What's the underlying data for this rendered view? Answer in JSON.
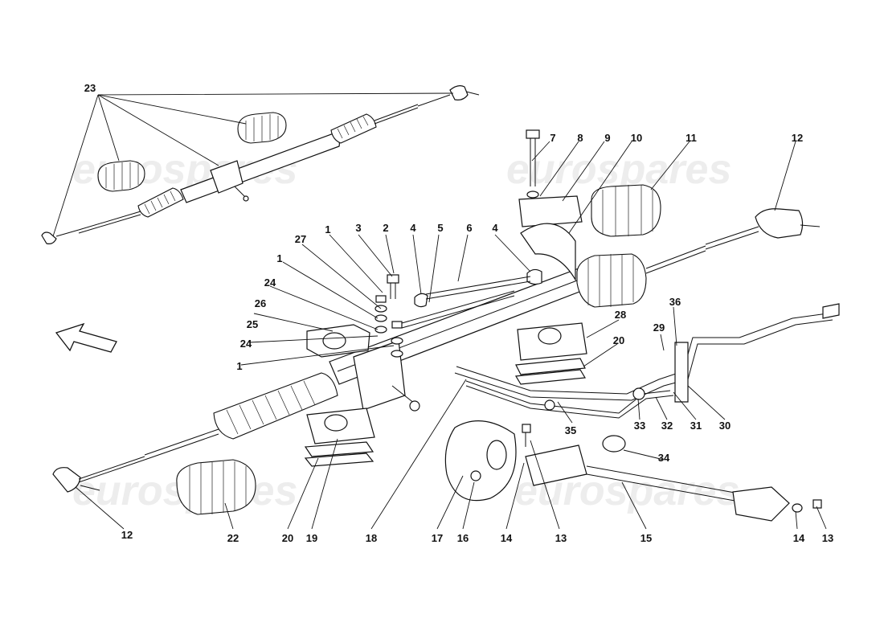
{
  "watermark": {
    "text": "eurospares"
  },
  "callouts": [
    {
      "id": "c23",
      "text": "23"
    },
    {
      "id": "c7",
      "text": "7"
    },
    {
      "id": "c8",
      "text": "8"
    },
    {
      "id": "c9",
      "text": "9"
    },
    {
      "id": "c10",
      "text": "10"
    },
    {
      "id": "c11",
      "text": "11"
    },
    {
      "id": "c12a",
      "text": "12"
    },
    {
      "id": "c1a",
      "text": "1"
    },
    {
      "id": "c3",
      "text": "3"
    },
    {
      "id": "c2",
      "text": "2"
    },
    {
      "id": "c4a",
      "text": "4"
    },
    {
      "id": "c5",
      "text": "5"
    },
    {
      "id": "c6",
      "text": "6"
    },
    {
      "id": "c4b",
      "text": "4"
    },
    {
      "id": "c27",
      "text": "27"
    },
    {
      "id": "c1b",
      "text": "1"
    },
    {
      "id": "c24a",
      "text": "24"
    },
    {
      "id": "c26",
      "text": "26"
    },
    {
      "id": "c25",
      "text": "25"
    },
    {
      "id": "c24b",
      "text": "24"
    },
    {
      "id": "c1c",
      "text": "1"
    },
    {
      "id": "c28",
      "text": "28"
    },
    {
      "id": "c20a",
      "text": "20"
    },
    {
      "id": "c36",
      "text": "36"
    },
    {
      "id": "c29",
      "text": "29"
    },
    {
      "id": "c35",
      "text": "35"
    },
    {
      "id": "c33",
      "text": "33"
    },
    {
      "id": "c32",
      "text": "32"
    },
    {
      "id": "c31",
      "text": "31"
    },
    {
      "id": "c30",
      "text": "30"
    },
    {
      "id": "c34",
      "text": "34"
    },
    {
      "id": "c12b",
      "text": "12"
    },
    {
      "id": "c22",
      "text": "22"
    },
    {
      "id": "c20b",
      "text": "20"
    },
    {
      "id": "c19",
      "text": "19"
    },
    {
      "id": "c18",
      "text": "18"
    },
    {
      "id": "c17",
      "text": "17"
    },
    {
      "id": "c16",
      "text": "16"
    },
    {
      "id": "c14a",
      "text": "14"
    },
    {
      "id": "c13a",
      "text": "13"
    },
    {
      "id": "c15",
      "text": "15"
    },
    {
      "id": "c14b",
      "text": "14"
    },
    {
      "id": "c13b",
      "text": "13"
    }
  ]
}
